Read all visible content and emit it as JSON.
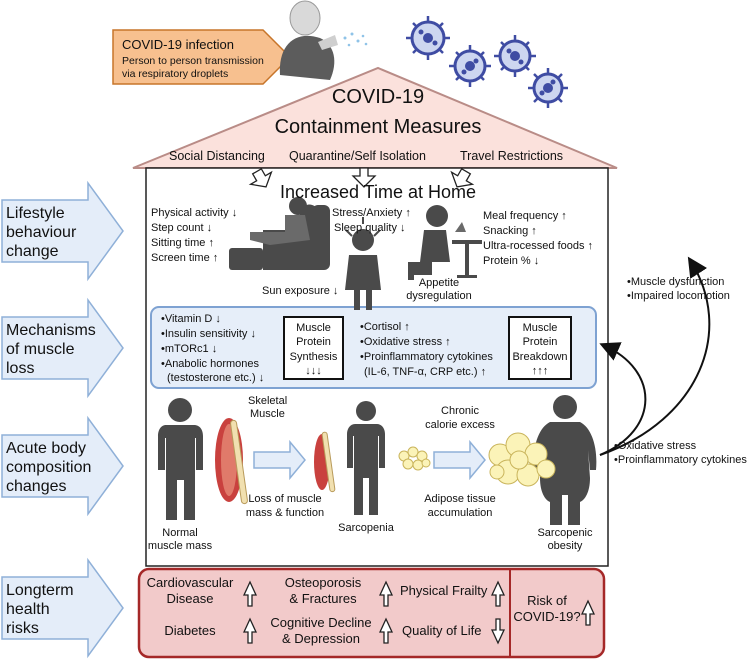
{
  "infection": {
    "title": "COVID-19 infection",
    "line1": "Person to person transmission",
    "line2": "via respiratory droplets"
  },
  "roof": {
    "title1": "COVID-19",
    "title2": "Containment Measures",
    "measures": [
      "Social Distancing",
      "Quarantine/Self Isolation",
      "Travel Restrictions"
    ]
  },
  "home": {
    "title": "Increased Time at Home"
  },
  "side_labels": [
    "Lifestyle\nbehaviour\nchange",
    "Mechanisms\nof muscle\nloss",
    "Acute body\ncomposition\nchanges",
    "Longterm\nhealth\nrisks"
  ],
  "lifestyle": {
    "left": [
      "Physical activity ↓",
      "Step count ↓",
      "Sitting time ↑",
      "Screen time ↑"
    ],
    "middle": [
      "Stress/Anxiety ↑",
      "Sleep quality ↓"
    ],
    "sun": "Sun exposure ↓",
    "appetite1": "Appetite",
    "appetite2": "dysregulation",
    "right": [
      "Meal frequency ↑",
      "Snacking ↑",
      "Ultra-rocessed foods ↑",
      "Protein % ↓"
    ]
  },
  "mechanisms": {
    "left": [
      "•Vitamin D ↓",
      "•Insulin sensitivity ↓",
      "•mTORc1 ↓",
      "•Anabolic hormones",
      "(testosterone etc.) ↓"
    ],
    "synthesis": [
      "Muscle",
      "Protein",
      "Synthesis",
      "↓↓↓"
    ],
    "right": [
      "•Cortisol ↑",
      "•Oxidative stress ↑",
      "•Proinflammatory cytokines",
      "(IL-6, TNF-α, CRP etc.) ↑"
    ],
    "breakdown": [
      "Muscle",
      "Protein",
      "Breakdown",
      "↑↑↑"
    ]
  },
  "body": {
    "skeletal1": "Skeletal",
    "skeletal2": "Muscle",
    "normal1": "Normal",
    "normal2": "muscle mass",
    "loss1": "Loss of muscle",
    "loss2": "mass & function",
    "sarcopenia": "Sarcopenia",
    "chronic1": "Chronic",
    "chronic2": "calorie excess",
    "adipose1": "Adipose tissue",
    "adipose2": "accumulation",
    "obesity1": "Sarcopenic",
    "obesity2": "obesity"
  },
  "feedback": {
    "upper": [
      "•Muscle dysfunction",
      "•Impaired locomotion"
    ],
    "lower": [
      "•Oxidative stress",
      "•Proinflammatory cytokines"
    ]
  },
  "risks": {
    "cardio1": "Cardiovascular",
    "cardio2": "Disease",
    "osteo1": "Osteoporosis",
    "osteo2": "& Fractures",
    "frailty": "Physical Frailty",
    "diabetes": "Diabetes",
    "cognitive1": "Cognitive Decline",
    "cognitive2": "& Depression",
    "qol": "Quality of Life",
    "covid1": "Risk of",
    "covid2": "COVID-19?"
  },
  "colors": {
    "infection_fill": "#f7c08f",
    "infection_stroke": "#c7752a",
    "roof_fill": "#fbe1dc",
    "roof_stroke": "#b98c87",
    "side_arrow_fill": "#e4edf9",
    "side_arrow_stroke": "#8fb0d8",
    "mech_fill": "#e6eef9",
    "mech_stroke": "#7ea2d2",
    "risk_fill": "#f2caca",
    "risk_stroke": "#a52828",
    "virus": "#3f4ca3",
    "figure": "#4a4a4a"
  },
  "icons": [
    "person-coughing-icon",
    "virus-icon",
    "armchair-person-icon",
    "stressed-person-icon",
    "eating-person-icon",
    "muscle-icon",
    "fat-cells-icon",
    "body-silhouette-icon"
  ]
}
